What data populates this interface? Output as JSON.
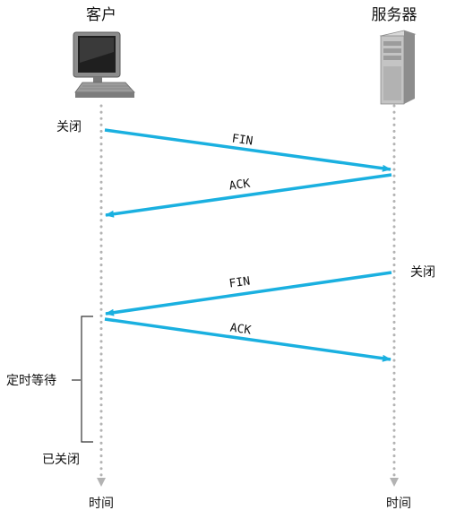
{
  "header": {
    "client_label": "客户",
    "server_label": "服务器"
  },
  "client": {
    "close_label": "关闭",
    "timed_wait_label": "定时等待",
    "closed_label": "已关闭",
    "time_label": "时间"
  },
  "server": {
    "close_label": "关闭",
    "time_label": "时间"
  },
  "messages": [
    {
      "label": "FIN",
      "from": "client",
      "to": "server"
    },
    {
      "label": "ACK",
      "from": "server",
      "to": "client"
    },
    {
      "label": "FIN",
      "from": "server",
      "to": "client"
    },
    {
      "label": "ACK",
      "from": "client",
      "to": "server"
    }
  ],
  "colors": {
    "arrow": "#1ab0e0",
    "timeline": "#b3b3b3"
  },
  "icons": {
    "client": "desktop-computer-icon",
    "server": "server-tower-icon"
  }
}
